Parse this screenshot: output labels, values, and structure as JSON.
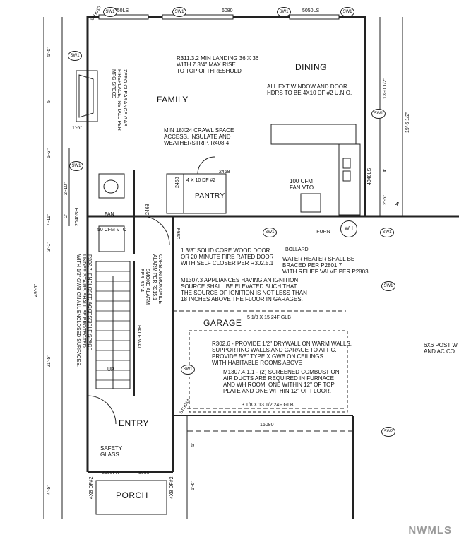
{
  "rooms": {
    "dining": "DINING",
    "family": "FAMILY",
    "pantry": "PANTRY",
    "garage": "GARAGE",
    "entry": "ENTRY",
    "porch": "PORCH"
  },
  "notes": {
    "landing": "R311.3.2 MIN LANDING 36 X 36\nWITH 7 3/4\" MAX RISE\nTO TOP OFTHRESHOLD",
    "headers": "ALL EXT WINDOW AND DOOR\nHDRS TO BE 4X10 DF #2 U.N.O.",
    "crawl": "MIN 18X24 CRAWL SPACE\nACCESS, INSULATE AND\nWEATHERSTRIP. R408.4",
    "fan_vto": "100 CFM\nFAN VTO",
    "door": "1 3/8\" SOLID CORE WOOD DOOR\nOR 20 MINUTE FIRE RATED DOOR\nWITH SELF CLOSER PER R302.5.1",
    "water_heater": "WATER HEATER SHALL BE\nBRACED PER P2801.7\nWITH RELIEF VALVE PER P2803",
    "appliances": "M1307.3 APPLIANCES HAVING AN IGNITION\nSOURCE SHALL BE ELEVATED SUCH THAT\nTHE SOURCE OF IGNITION IS NOT LESS THAN\n18 INCHES ABOVE THE FLOOR IN GARAGES.",
    "drywall": "R302.6 - PROVIDE 1/2\" DRYWALL ON WARM WALLS,\nSUPPORTING WALLS AND GARAGE TO ATTIC.\nPROVIDE 5/8\" TYPE X GWB ON CEILINGS\nWITH HABITABLE ROOMS ABOVE",
    "combustion": "M1307.4.1.1 - (2) SCREENED COMBUSTION\nAIR DUCTS ARE REQUIRED IN FURNACE\nAND WH ROOM. ONE WITHIN 12\" OF TOP\nPLATE AND ONE WITHIN 12\" OF FLOOR.",
    "post": "6X6 POST W\nAND AC CO",
    "fireplace": "ZERO CLEARANCE GAS\nFIREPLACE, INSTALL PER\nMFG SPECS",
    "stairs": "R302.7- ENCLOSED ACCESSIBLE SPACE\nUNDER STAIRS SHALL BE PROTECTED\nWITH 1/2\" GWB ON ALL ENCLOSED SURFACES.",
    "co_alarm": "CARBON MONOXIDE\nALARM PER R315.1",
    "smoke": "SMOKE ALARM\nPER R314",
    "safety_glass": "SAFETY\nGLASS"
  },
  "labels": {
    "fan_vto_bath": "50 CFM VTO",
    "pantry_header": "4 X 10 DF #2",
    "glb1": "5 1/8 X 15 24F GLB",
    "glb2": "3 1/8 X 13 1/2 24F GLB",
    "half_wall": "HALF WALL",
    "up": "UP",
    "furn": "FURN",
    "wh": "WH",
    "fan": "FAN",
    "bollard": "BOLLARD",
    "door_2060": "2060FX",
    "door_3080": "3080"
  },
  "dimensions": {
    "win_top_left": "5050LS",
    "win_top_mid": "6080",
    "win_top_right": "5050LS",
    "garage_door": "16080",
    "pantry_w": "2468",
    "pantry_h": "2468",
    "bath_door": "2468",
    "garage_entry": "2868",
    "left_55": "5'-5\"",
    "left_5": "5'",
    "left_53": "5'-3\"",
    "left_711": "7'-11\"",
    "left_31": "3'-1\"",
    "left_215": "21'-5\"",
    "left_45": "4'-5\"",
    "overall": "49'-6\"",
    "inner_210": "2'-10\"",
    "inner_2": "2'",
    "inner_16": "1'-6\"",
    "right_13": "13'-0 1/2\"",
    "right_19": "19'-6 1/2\"",
    "right_4": "4'",
    "right_26": "2'-6\"",
    "right_4b": "4'",
    "porch_5": "5'",
    "porch_56": "5'-6\"",
    "sh_2040": "2040SH",
    "lr_4040": "4040LS",
    "porch_left": "4X8 DF#2",
    "porch_right": "4X8 DF#2",
    "sthd10": "STHD10",
    "sthd14": "STHD14"
  },
  "tags": {
    "sw1": "SW1",
    "sw2": "SW2"
  },
  "watermark": "NWMLS"
}
